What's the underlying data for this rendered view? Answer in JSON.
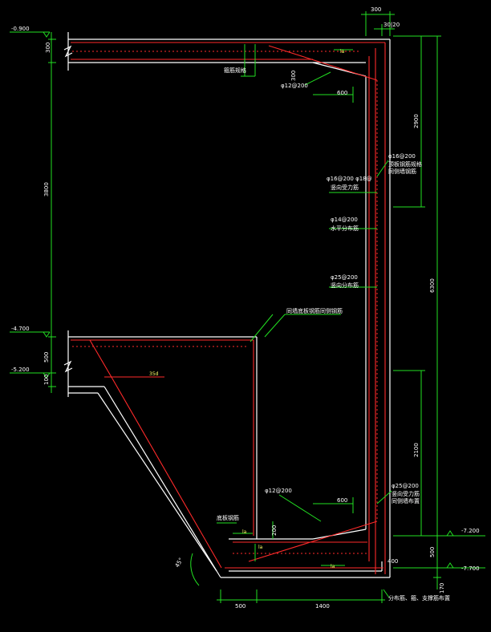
{
  "levels": {
    "top": "-0.900",
    "mid1": "-4.700",
    "mid2": "-5.200",
    "low1": "-7.200",
    "low2": "-7.700"
  },
  "dimensions": {
    "top_300": "300",
    "top_30_20": "30|20",
    "slab_300": "300",
    "v_3800": "3800",
    "v_500": "500",
    "v_100": "100",
    "r_2900": "2900",
    "r_6300": "6300",
    "r_2100": "2100",
    "r_500": "500",
    "r_170": "170",
    "b_500": "500",
    "b_1400": "1400",
    "haunch_300": "300",
    "haunch_600": "600",
    "haunch_600_low": "600",
    "haunch_200": "200",
    "wall_400": "400"
  },
  "annotations": {
    "la_top": "la",
    "bar_top": "φ12@200",
    "spacer_label": "箍筋规格",
    "bar_right_1": "φ16@200",
    "note_right_1a": "顶板钢筋规格",
    "note_right_1b": "同侧墙钢筋",
    "bar_right_2": "φ16@200 φ18@",
    "note_right_2": "竖向受力筋",
    "bar_right_3": "φ14@200",
    "note_right_3": "水平分布筋",
    "bar_right_4": "φ25@200",
    "note_right_4": "竖向分布筋",
    "leader_label": "同墙底板钢筋同侧钢筋",
    "anchor_35d": "35d",
    "bar_right_5": "φ25@200",
    "note_right_5a": "竖向受力筋",
    "note_right_5b": "同侧墙布置",
    "bar_lower": "φ12@200",
    "bottom_label": "底板钢筋",
    "la_1": "la",
    "la_2": "la",
    "la_3": "la",
    "angle": "45°",
    "bottom_note": "分布筋、箍、支撑筋布置"
  },
  "colors": {
    "dimension": "#22e022",
    "outline": "#ffffff",
    "rebar": "#ff2a2a",
    "text": "#ffffff",
    "background": "#000000"
  }
}
